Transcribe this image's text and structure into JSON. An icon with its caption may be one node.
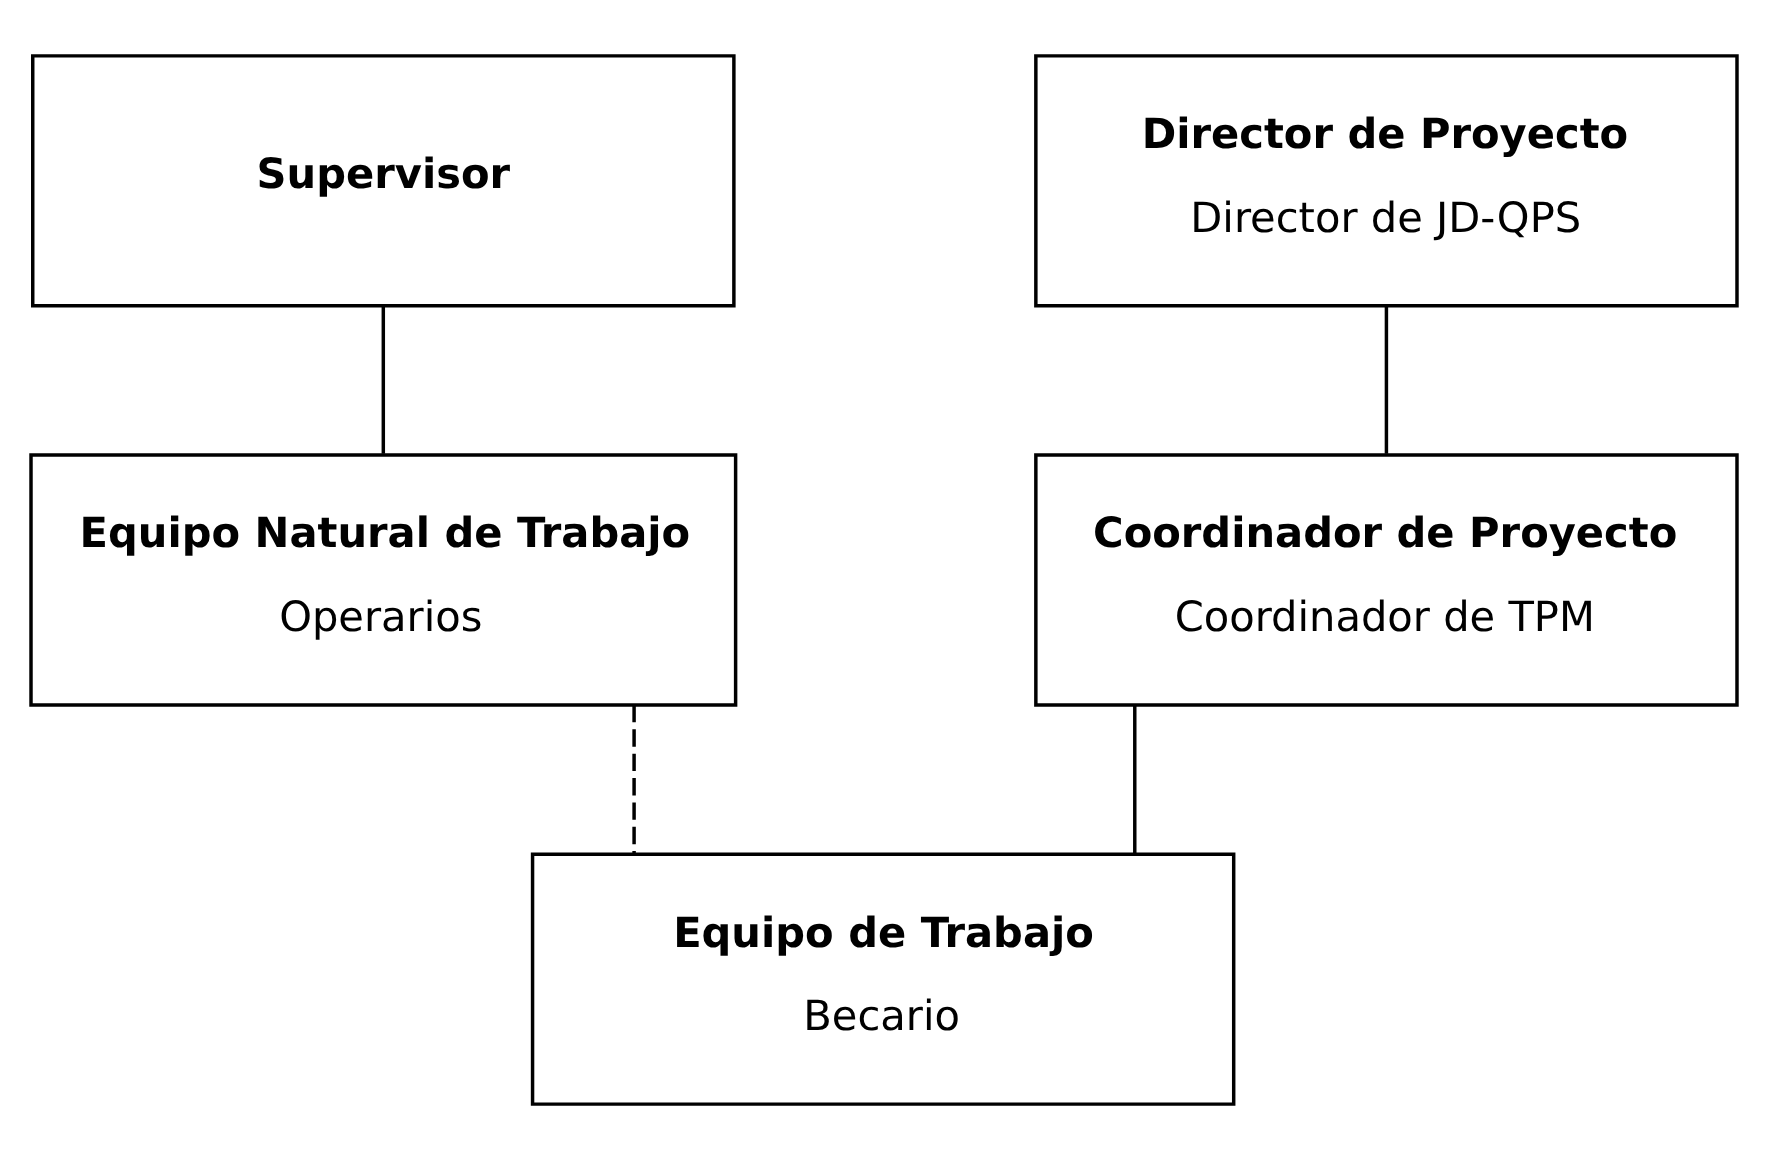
{
  "diagram": {
    "nodes": [
      {
        "text": [
          "Supervisor"
        ]
      },
      {
        "text": [
          "Equipo Natural de Trabajo",
          "Operarios"
        ]
      },
      {
        "text": [
          "Director de Proyecto",
          "Director de JD-QPS"
        ]
      },
      {
        "text": [
          "Coordinador de Proyecto",
          "Coordinador de TPM"
        ]
      },
      {
        "text": [
          "Equipo de Trabajo",
          "Becario"
        ]
      }
    ],
    "edges": [
      {
        "from": 0,
        "to": 1,
        "arrow": "none"
      },
      {
        "from": 2,
        "to": 3,
        "arrow": "none"
      },
      {
        "from": 3,
        "to": 4,
        "arrow": "none"
      },
      {
        "from": 1,
        "to": 4,
        "arrow": "none",
        "style": "dashed"
      }
    ]
  }
}
